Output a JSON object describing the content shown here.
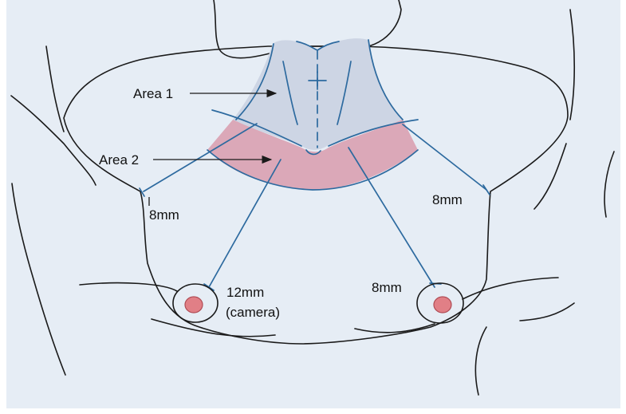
{
  "labels": {
    "area1": "Area 1",
    "area2": "Area 2",
    "port_left_upper": "8mm",
    "port_right_upper": "8mm",
    "port_left_lower_size": "12mm",
    "port_left_lower_note": "(camera)",
    "port_right_lower": "8mm"
  },
  "colors": {
    "background": "#e6edf5",
    "skin": "#fbe3c8",
    "area1": "#cdd5e4",
    "area2": "#dba8b8",
    "trocar": "#2d6a9f",
    "nipple_inner": "#e17f86",
    "outline": "#1a1a1a"
  }
}
